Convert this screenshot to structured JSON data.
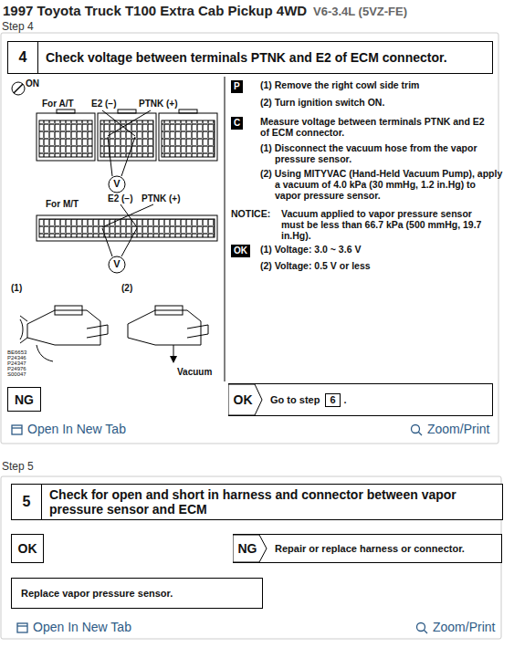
{
  "diagram": {
    "title": "1997 Toyota Truck T100 Extra Cab Pickup 4WD",
    "nodes": [
      {
        "text": [
          "4",
          "Check voltage between terminals PTNK and E2 of ECM connector."
        ]
      },
      {
        "text": [
          "NG"
        ]
      },
      {
        "text": [
          "OK",
          "Go to step",
          "6",
          "."
        ]
      },
      {
        "text": [
          "5",
          "Check for open and short in harness and connector between vapor pressure sensor and ECM"
        ]
      },
      {
        "text": [
          "OK"
        ]
      },
      {
        "text": [
          "NG",
          "Repair or replace harness or connector."
        ]
      },
      {
        "text": [
          "Replace vapor pressure sensor."
        ]
      }
    ],
    "labels": [
      "V6-3.4L (5VZ-FE)",
      "Step 4",
      "ON",
      "For A/T",
      "E2 (−)",
      "PTNK (+)",
      "V",
      "For M/T",
      "E2 (−)",
      "PTNK (+)",
      "V",
      "(1)",
      "(2)",
      "BE6653",
      "P24346",
      "P24347",
      "P24976",
      "S00047",
      "Vacuum",
      "P",
      "(1) Remove the right cowl side trim",
      "(2) Turn ignition switch ON.",
      "C",
      "Measure voltage between terminals PTNK and E2 of ECM connector.",
      "(1) Disconnect the vacuum hose from the vapor pressure sensor.",
      "(2) Using MITYVAC (Hand-Held Vacuum Pump), apply a vacuum of 4.0 kPa (30 mmHg, 1.2 in.Hg) to vapor pressure sensor.",
      "NOTICE:",
      "Vacuum applied to vapor pressure sensor must be less than 66.7 kPa (500 mmHg, 19.7 in.Hg).",
      "OK",
      "(1) Voltage: 3.0 ~ 3.6 V",
      "(2) Voltage: 0.5 V or less",
      "Open In New Tab",
      "Zoom/Print",
      "Step 5",
      "Open In New Tab",
      "Zoom/Print"
    ]
  }
}
